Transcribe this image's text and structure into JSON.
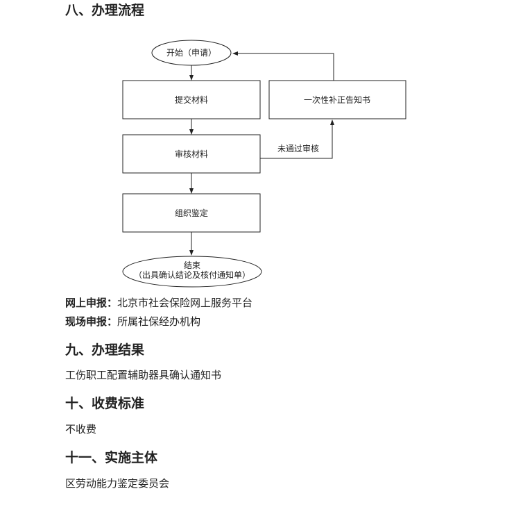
{
  "sections": {
    "process": {
      "heading": "八、办理流程"
    },
    "result": {
      "heading": "九、办理结果",
      "text": "工伤职工配置辅助器具确认通知书"
    },
    "fee": {
      "heading": "十、收费标准",
      "text": "不收费"
    },
    "subject": {
      "heading": "十一、实施主体",
      "text": "区劳动能力鉴定委员会"
    }
  },
  "flow": {
    "start": "开始（申请）",
    "submit": "提交材料",
    "review": "审核材料",
    "notice": "一次性补正告知书",
    "fail": "未通过审核",
    "assess": "组织鉴定",
    "end_line1": "结束",
    "end_line2": "（出具确认结论及核付通知单）"
  },
  "channels": {
    "online_label": "网上申报：",
    "online_value": "北京市社会保险网上服务平台",
    "onsite_label": "现场申报：",
    "onsite_value": "所属社保经办机构"
  }
}
